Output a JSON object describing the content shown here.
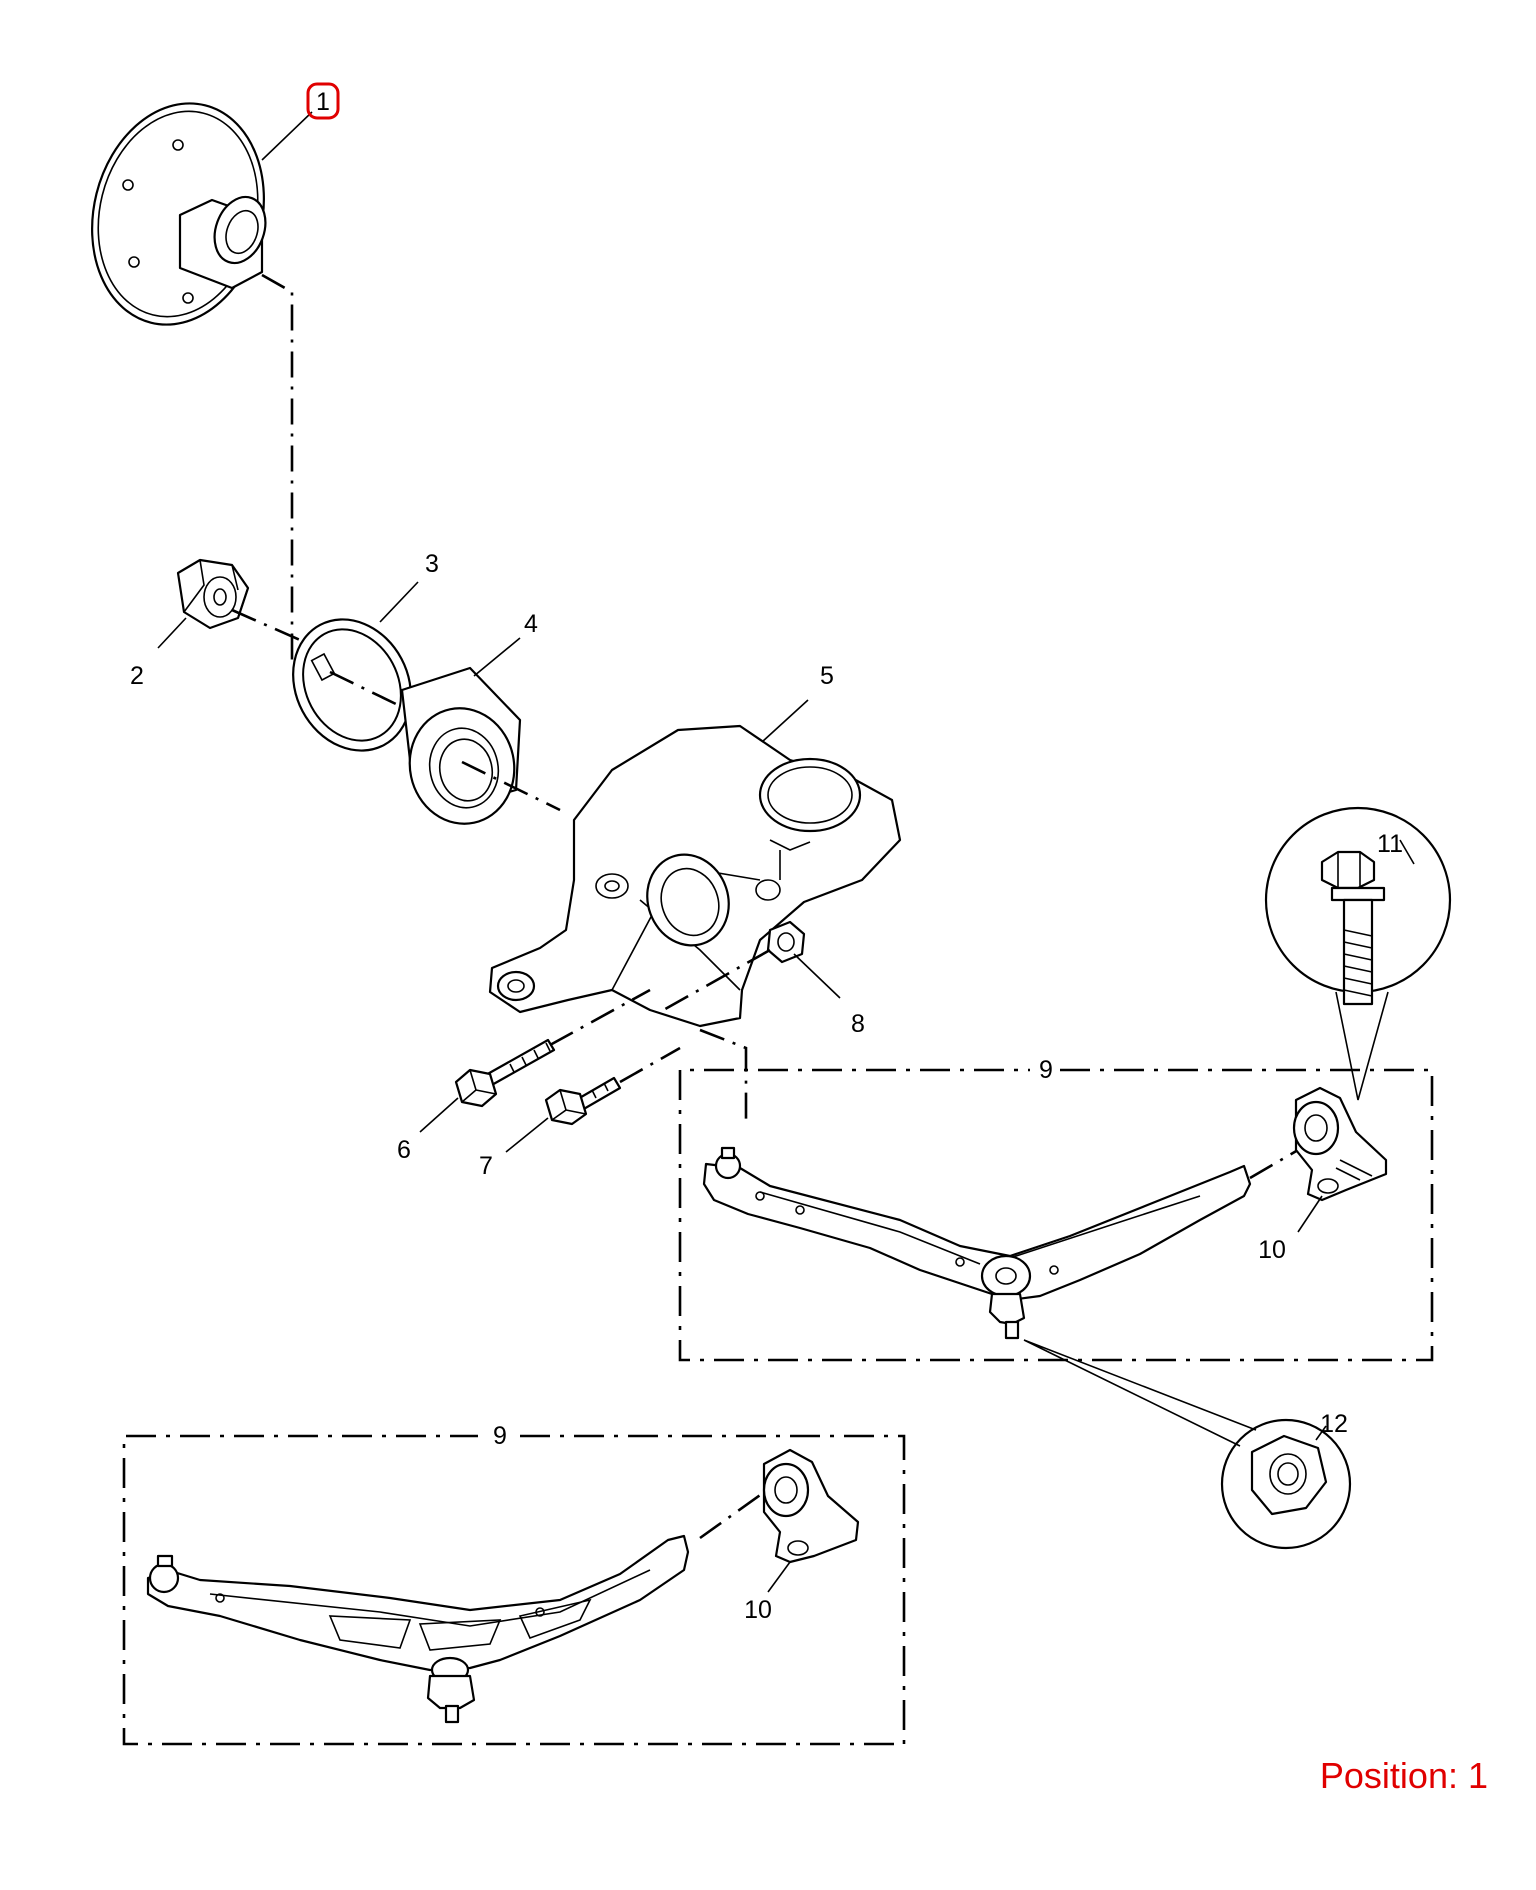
{
  "diagram": {
    "callouts": [
      "1",
      "2",
      "3",
      "4",
      "5",
      "6",
      "7",
      "8",
      "9",
      "9",
      "10",
      "10",
      "11",
      "12"
    ],
    "position_label": "Position: 1",
    "highlight_color": "#e00000",
    "selected_callout": "1"
  }
}
